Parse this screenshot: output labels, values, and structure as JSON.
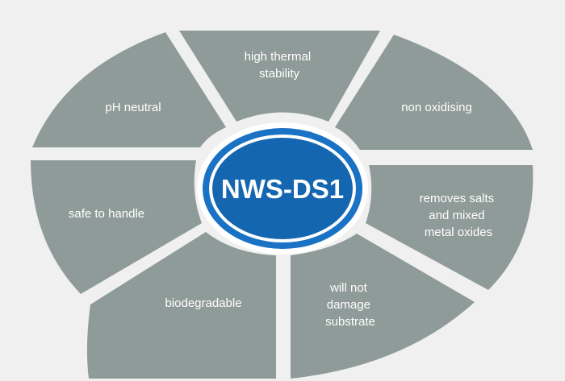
{
  "center": {
    "label": "NWS-DS1"
  },
  "segments": [
    {
      "lines": [
        "high thermal",
        "stability"
      ]
    },
    {
      "lines": [
        "non oxidising"
      ]
    },
    {
      "lines": [
        "removes salts",
        "and mixed",
        "metal oxides"
      ]
    },
    {
      "lines": [
        "will not",
        "damage",
        "substrate"
      ]
    },
    {
      "lines": [
        "biodegradable"
      ]
    },
    {
      "lines": [
        "safe to handle"
      ]
    },
    {
      "lines": [
        "pH neutral"
      ]
    }
  ],
  "colors": {
    "background": "#f0f0f0",
    "segment": "#8f9b98",
    "hub_ring": "#1a72c4",
    "hub_fill": "#1466b0",
    "text": "#ffffff"
  }
}
